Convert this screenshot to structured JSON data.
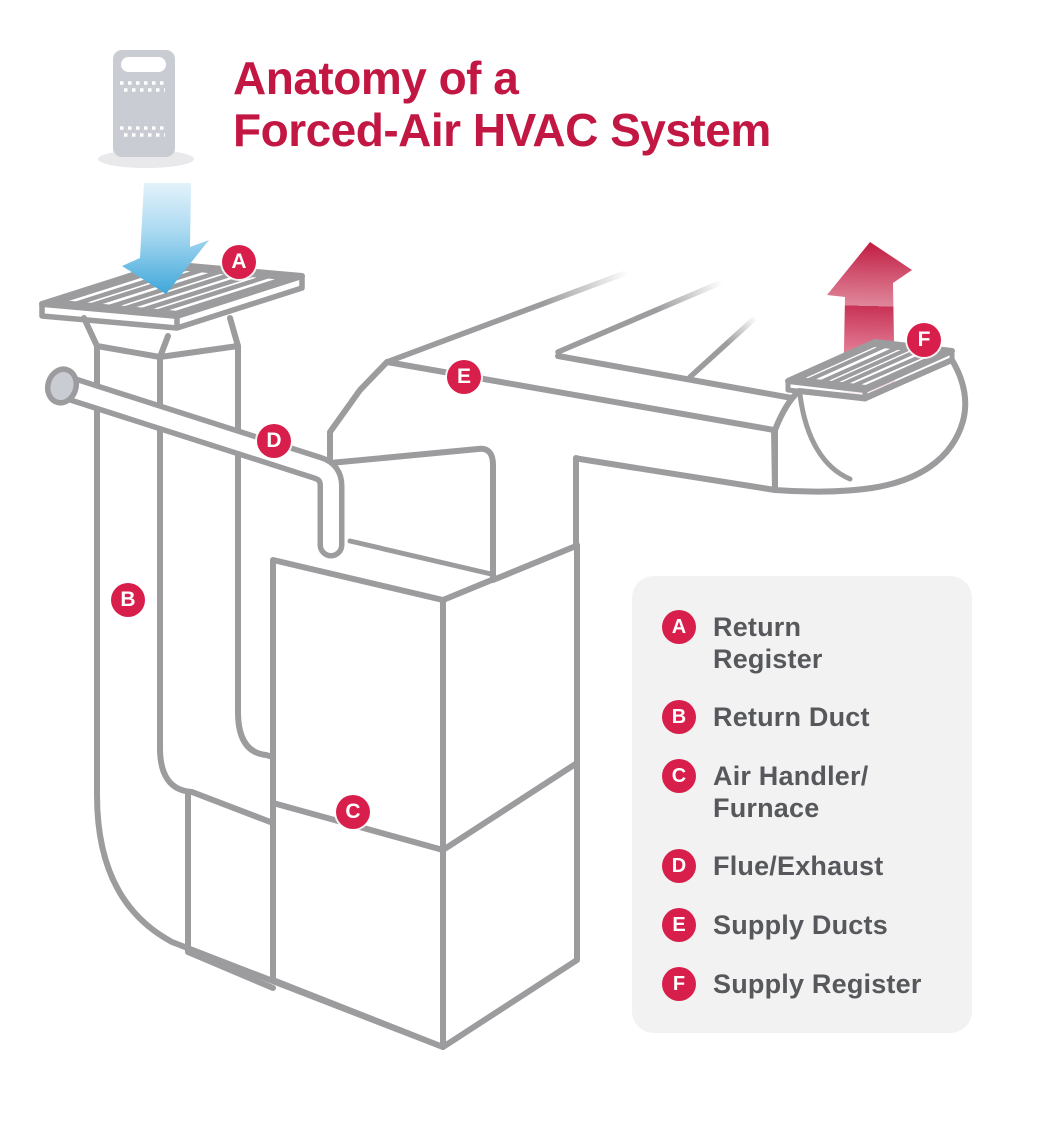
{
  "title": {
    "text": "Anatomy of a\nForced-Air HVAC System"
  },
  "legend": {
    "items": [
      {
        "letter": "A",
        "label": "Return\nRegister"
      },
      {
        "letter": "B",
        "label": "Return Duct"
      },
      {
        "letter": "C",
        "label": "Air Handler/\nFurnace"
      },
      {
        "letter": "D",
        "label": "Flue/Exhaust"
      },
      {
        "letter": "E",
        "label": "Supply Ducts"
      },
      {
        "letter": "F",
        "label": "Supply Register"
      }
    ]
  },
  "diagram": {
    "badges": [
      {
        "letter": "A",
        "part": "return-register"
      },
      {
        "letter": "B",
        "part": "return-duct"
      },
      {
        "letter": "C",
        "part": "air-handler-furnace"
      },
      {
        "letter": "D",
        "part": "flue-exhaust"
      },
      {
        "letter": "E",
        "part": "supply-ducts"
      },
      {
        "letter": "F",
        "part": "supply-register"
      }
    ],
    "icons": [
      "air-filter-icon",
      "airflow-down-arrow-icon",
      "airflow-up-arrow-icon"
    ]
  },
  "colors": {
    "title_red": "#C31743",
    "badge_red": "#D81E4A",
    "line_gray": "#9C9C9E",
    "filter_gray": "#C9CDD3",
    "shadow_gray": "#E9E9EB",
    "legend_bg": "#F2F2F3",
    "legend_text": "#57585B",
    "arrow_blue": "#3FA7DA",
    "arrow_red": "#C01B40"
  }
}
